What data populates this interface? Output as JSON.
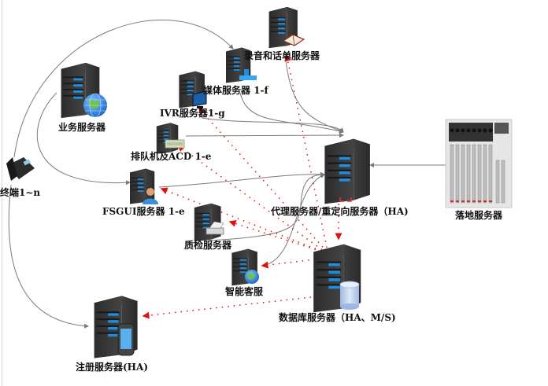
{
  "diagram": {
    "title": "",
    "colors": {
      "solid_link": "#7a7a7a",
      "dotted_link": "#e01010",
      "server_body": "#3a3a3a",
      "server_led": "#1e8fe0",
      "label": "#111111"
    },
    "nodes": [
      {
        "id": "recording",
        "label": "录音和话单服务器",
        "icon": "server-with-book-icon"
      },
      {
        "id": "media",
        "label": "媒体服务器 1-f",
        "icon": "server-with-media-icon"
      },
      {
        "id": "ivr",
        "label": "IVR服务器1-g",
        "icon": "server-with-monitor-icon"
      },
      {
        "id": "business",
        "label": "业务服务器",
        "icon": "server-with-globe-icon"
      },
      {
        "id": "queue",
        "label": "排队机及ACD 1-e",
        "icon": "server-with-money-icon"
      },
      {
        "id": "terminal",
        "label": "终端1~n",
        "icon": "desk-phone-icon"
      },
      {
        "id": "fsgui",
        "label": "FSGUI服务器 1-e",
        "icon": "server-with-user-icon"
      },
      {
        "id": "proxy",
        "label": "代理服务器/重定向服务器（HA)",
        "icon": "server-icon"
      },
      {
        "id": "gateway",
        "label": "落地服务器",
        "icon": "audio-mixer-icon"
      },
      {
        "id": "qc",
        "label": "质检服务器",
        "icon": "server-with-printer-icon"
      },
      {
        "id": "smart",
        "label": "智能客服",
        "icon": "server-with-globe-icon"
      },
      {
        "id": "database",
        "label": "数据库服务器（HA、M/S)",
        "icon": "server-with-database-icon"
      },
      {
        "id": "register",
        "label": "注册服务器(HA)",
        "icon": "server-with-phone-icon"
      }
    ],
    "solid_links": [
      {
        "from": "terminal",
        "to": "media"
      },
      {
        "from": "terminal",
        "to": "register"
      },
      {
        "from": "business",
        "to": "fsgui"
      },
      {
        "from": "recording",
        "to": "proxy"
      },
      {
        "from": "media",
        "to": "proxy"
      },
      {
        "from": "ivr",
        "to": "proxy"
      },
      {
        "from": "queue",
        "to": "proxy"
      },
      {
        "from": "fsgui",
        "to": "proxy"
      },
      {
        "from": "qc",
        "to": "proxy"
      },
      {
        "from": "smart",
        "to": "proxy"
      },
      {
        "from": "gateway",
        "to": "proxy"
      }
    ],
    "dotted_links": [
      {
        "from": "database",
        "to": "recording"
      },
      {
        "from": "database",
        "to": "ivr"
      },
      {
        "from": "database",
        "to": "queue"
      },
      {
        "from": "database",
        "to": "fsgui"
      },
      {
        "from": "database",
        "to": "qc"
      },
      {
        "from": "database",
        "to": "smart"
      },
      {
        "from": "database",
        "to": "register"
      },
      {
        "from": "database",
        "to": "proxy"
      }
    ]
  }
}
